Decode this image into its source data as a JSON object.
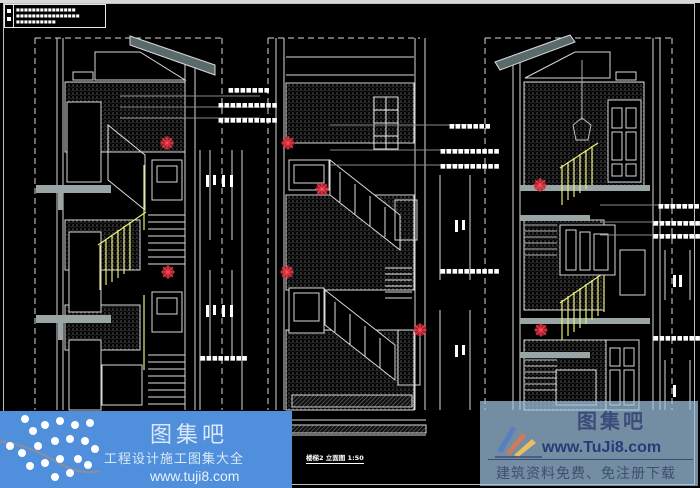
{
  "drawing": {
    "title": "楼梯2 立面图 1:50",
    "background": "#000000",
    "line_color": "#d9d9d9",
    "hatch_color": "#8a8a8a",
    "accent_colors": {
      "railing": "#e8f07a",
      "marker": "#e0303a",
      "slab": "#9aa5a5"
    },
    "title_block": {
      "lines": [
        "■■■■■■■■■■■■■■■",
        "■■■■■■■■■■■■■■■■",
        "■■■■■■■■■■"
      ]
    },
    "notes": {
      "left": [
        "■■■■■■■",
        "■■■■■■■■■■",
        "■■■■■■■■■■"
      ],
      "middle": [
        "■■■■■■■",
        "■■■■■■■■■■",
        "■■■■■■■■■■",
        "■■■■■■■■■■"
      ],
      "right": [
        "■■■■■■■",
        "■■■■■■■■■■",
        "■■■■■■■■■■",
        "■■■■■■■■■■"
      ],
      "lower_left": "■■■■■■■■"
    }
  },
  "watermarks": {
    "left": {
      "logo": "图集吧",
      "slogan": "工程设计施工图集大全",
      "url": "www.tuji8.com",
      "background": "#4f8fdc"
    },
    "right": {
      "logo": "图集吧",
      "url": "www.TuJi8.com",
      "slogan": "建筑资料免费、免注册下载"
    }
  }
}
